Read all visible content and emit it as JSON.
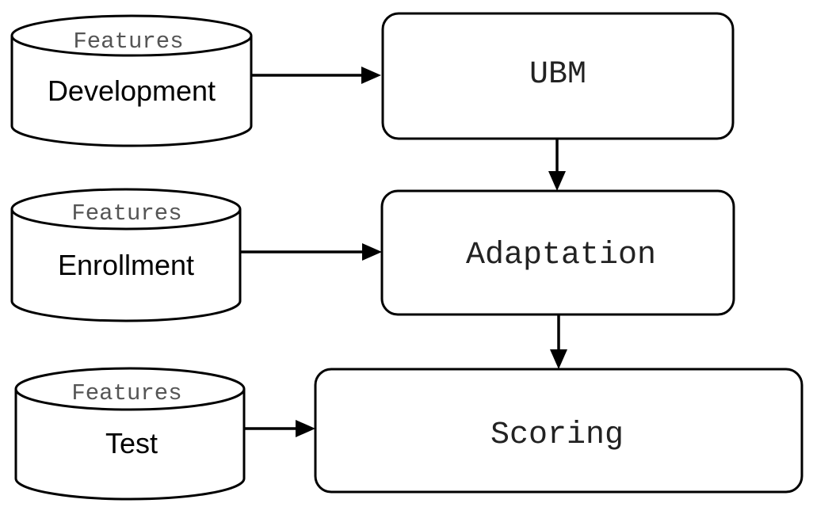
{
  "databases": [
    {
      "id": "development",
      "header": "Features",
      "name": "Development"
    },
    {
      "id": "enrollment",
      "header": "Features",
      "name": "Enrollment"
    },
    {
      "id": "test",
      "header": "Features",
      "name": "Test"
    }
  ],
  "steps": [
    {
      "id": "ubm",
      "label": "UBM"
    },
    {
      "id": "adaptation",
      "label": "Adaptation"
    },
    {
      "id": "scoring",
      "label": "Scoring"
    }
  ],
  "edges": [
    {
      "from": "development",
      "to": "ubm"
    },
    {
      "from": "enrollment",
      "to": "adaptation"
    },
    {
      "from": "test",
      "to": "scoring"
    },
    {
      "from": "ubm",
      "to": "adaptation"
    },
    {
      "from": "adaptation",
      "to": "scoring"
    }
  ]
}
